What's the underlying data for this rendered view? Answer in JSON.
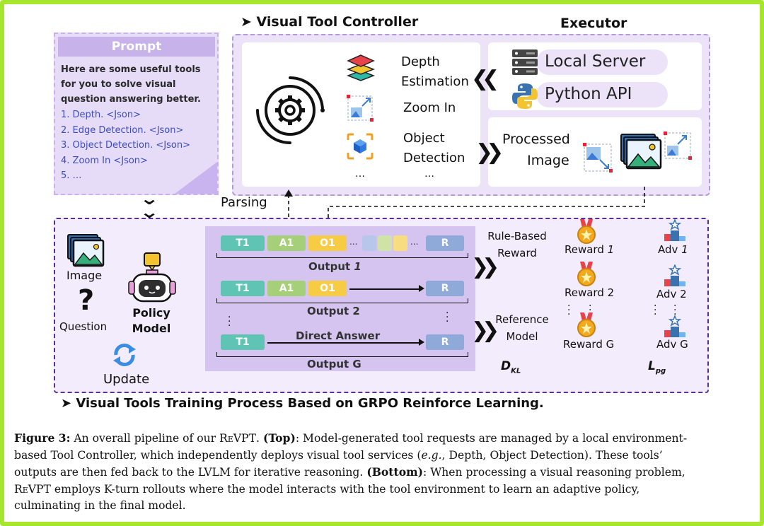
{
  "top": {
    "controller_title": "Visual Tool Controller",
    "executor_title": "Executor",
    "prompt": {
      "title": "Prompt",
      "intro": [
        "Here are some useful tools",
        "for you to solve visual",
        "question answering better."
      ],
      "items": [
        "1.  Depth. <Json>",
        "2.  Edge Detection. <Json>",
        "3.  Object Detection. <Json>",
        "4.  Zoom In <Json>",
        "5.  …"
      ]
    },
    "tools": {
      "depth": [
        "Depth",
        "Estimation"
      ],
      "zoom": "Zoom In",
      "object": [
        "Object",
        "Detection"
      ],
      "ellipsis_a": "…",
      "ellipsis_b": "…"
    },
    "executor": {
      "local_server": "Local Server",
      "python_api": "Python API",
      "processed": [
        "Processed",
        "Image"
      ]
    },
    "parsing": "Parsing"
  },
  "bottom": {
    "image_label": "Image",
    "question_label": "Question",
    "policy_model": [
      "Policy",
      "Model"
    ],
    "update": "Update",
    "tokens": {
      "t1": "T1",
      "a1": "A1",
      "o1": "O1",
      "r": "R",
      "dots": "..."
    },
    "output1": "Output ",
    "output1_num": "1",
    "output2": "Output 2",
    "direct_answer": "Direct Answer",
    "outputg": "Output G",
    "rule_based": [
      "Rule-Based",
      "Reward"
    ],
    "reference": [
      "Reference",
      "Model"
    ],
    "reward1": "Reward ",
    "reward1_num": "1",
    "reward2": "Reward 2",
    "rewardg": "Reward G",
    "adv1": "Adv ",
    "adv1_num": "1",
    "adv2": "Adv 2",
    "advg": "Adv G",
    "dkl_main": "D",
    "dkl_sub": "KL",
    "lpg_main": "L",
    "lpg_sub": "pg",
    "section_title": "Visual Tools Training Process Based on GRPO Reinforce Learning."
  },
  "caption": {
    "lines": [
      {
        "parts": [
          [
            "b",
            "Figure 3:"
          ],
          [
            "n",
            " An overall pipeline of our "
          ],
          [
            "sc",
            "ReVPT"
          ],
          [
            "n",
            ". "
          ],
          [
            "b",
            "(Top)"
          ],
          [
            "n",
            ": Model-generated tool requests are managed by a local environment-"
          ]
        ]
      },
      {
        "parts": [
          [
            "n",
            "based Tool Controller, which independently deploys visual tool services ("
          ],
          [
            "i",
            "e.g."
          ],
          [
            "n",
            ", Depth, Object Detection). These tools’"
          ]
        ]
      },
      {
        "parts": [
          [
            "n",
            "outputs are then fed back to the LVLM for iterative reasoning. "
          ],
          [
            "b",
            "(Bottom)"
          ],
          [
            "n",
            ": When processing a visual reasoning problem,"
          ]
        ]
      },
      {
        "parts": [
          [
            "sc",
            "ReVPT"
          ],
          [
            "n",
            " employs K-turn rollouts where the model interacts with the tool environment to learn an adaptive policy,"
          ]
        ]
      },
      {
        "parts": [
          [
            "n",
            "culminating in the final model."
          ]
        ]
      }
    ]
  },
  "colors": {
    "border_green": "#a6e62c",
    "purple_dark": "#5a2f92",
    "purple_light": "#e9defa",
    "prompt_purple": "#ccb8ec"
  }
}
